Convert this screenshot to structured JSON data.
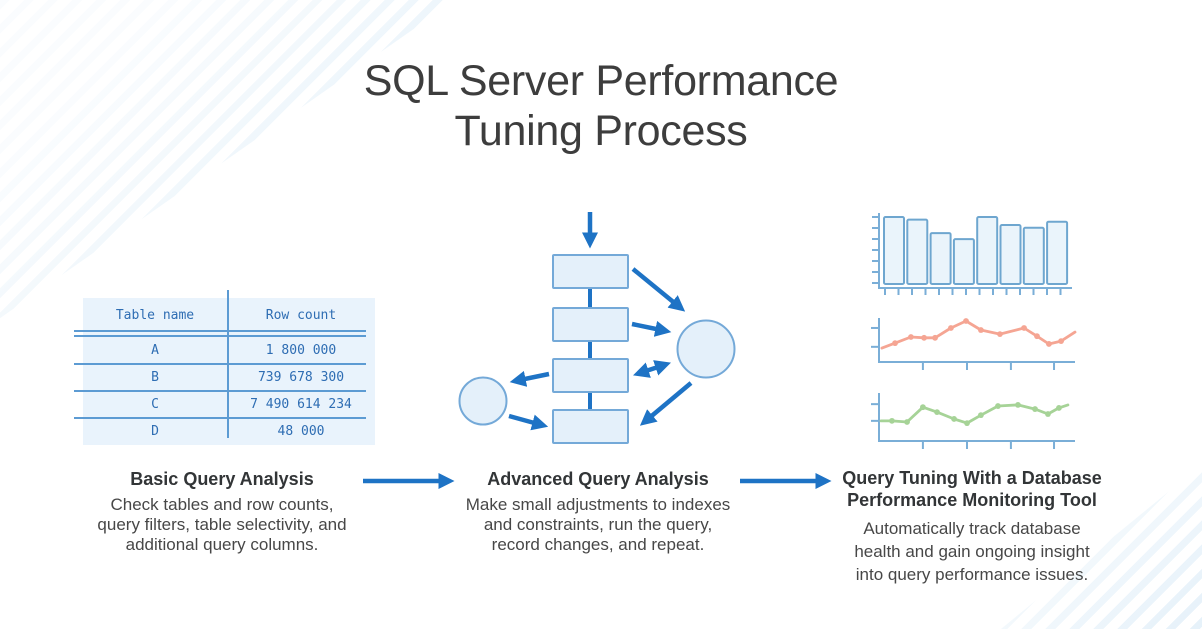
{
  "title": "SQL Server Performance\nTuning Process",
  "table": {
    "header": {
      "name": "Table name",
      "count": "Row count"
    },
    "rows": [
      {
        "name": "A",
        "count": "1 800 000"
      },
      {
        "name": "B",
        "count": "739 678 300"
      },
      {
        "name": "C",
        "count": "7 490 614 234"
      },
      {
        "name": "D",
        "count": "48 000"
      }
    ]
  },
  "steps": [
    {
      "heading": "Basic Query Analysis",
      "body": "Check tables and row counts,\nquery filters, table selectivity, and\nadditional query columns."
    },
    {
      "heading": "Advanced Query Analysis",
      "body": "Make small adjustments to indexes\nand constraints, run the query,\nrecord changes, and repeat."
    },
    {
      "heading": "Query Tuning With a Database\nPerformance Monitoring Tool",
      "body": "Automatically track database\nhealth and gain ongoing insight\ninto query performance issues."
    }
  ],
  "colors": {
    "accent_blue": "#1e73c5",
    "title_text": "#3d3d3d",
    "body_text": "#474747",
    "table_text": "#2e6db3",
    "table_lines": "#5c9bd3",
    "table_background": "#e9f3fc",
    "shape_fill": "#e4f0fa",
    "shape_stroke": "#74a9d8",
    "chart_axis": "#7aaed7",
    "bar_fill": "#eaf4fb",
    "bar_stroke": "#6ea6cf",
    "line_salmon": "#f5a593",
    "line_green": "#a6d397",
    "stripe_blue": "#dcebf7"
  },
  "chart_data": [
    {
      "id": "barchart",
      "type": "bar",
      "title": "unlabeled bar chart (monitoring tool)",
      "values": [
        100,
        96,
        76,
        67,
        100,
        88,
        84,
        93
      ],
      "ylim": [
        0,
        100
      ],
      "y_ticks": 7,
      "x_ticks": 14,
      "axis_color": "#7aaed7",
      "fill": "#eaf4fb",
      "stroke": "#6ea6cf"
    },
    {
      "id": "linesalmon",
      "type": "line",
      "title": "unlabeled line chart (monitoring tool, salmon)",
      "color": "#f5a593",
      "axis_color": "#7aaed7",
      "ylim": [
        0,
        100
      ],
      "x": [
        1.5,
        8.2,
        16.3,
        23,
        28.6,
        36.7,
        44.4,
        52,
        61.7,
        74,
        80.6,
        86.7,
        92.9,
        100
      ],
      "values": [
        34,
        46,
        61,
        59,
        59,
        83,
        100,
        78,
        68,
        83,
        63,
        44,
        51,
        73
      ],
      "y_tick_vals": [
        83,
        37
      ],
      "x_tick_vals": [
        22.4,
        44.9,
        67.3,
        89.3
      ]
    },
    {
      "id": "linegreen",
      "type": "line",
      "title": "unlabeled line chart (monitoring tool, green)",
      "color": "#a6d397",
      "axis_color": "#7aaed7",
      "ylim": [
        0,
        100
      ],
      "x": [
        1,
        6.6,
        14.3,
        22.4,
        29.6,
        38.3,
        44.9,
        52,
        60.7,
        70.9,
        79.6,
        86.2,
        91.8,
        96.4
      ],
      "values": [
        53,
        53,
        50,
        89,
        76,
        58,
        47,
        68,
        92,
        95,
        84,
        71,
        87,
        95
      ],
      "y_tick_vals": [
        97,
        53
      ],
      "x_tick_vals": [
        22.4,
        44.9,
        67.3,
        89.3
      ]
    }
  ]
}
